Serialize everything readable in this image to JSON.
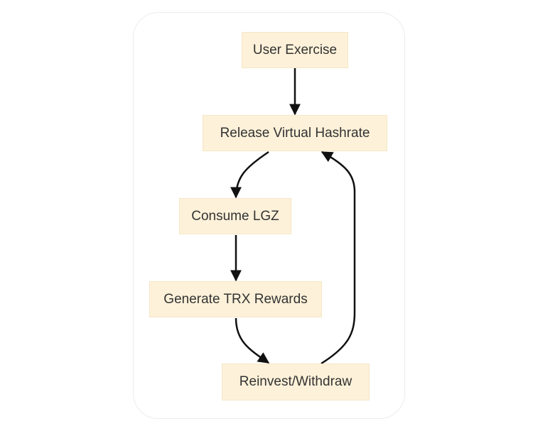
{
  "diagram": {
    "type": "flowchart",
    "node_fill": "#fdf1d9",
    "edge_color": "#111111",
    "text_color": "#333333",
    "nodes": [
      {
        "id": "user-exercise",
        "label": "User Exercise"
      },
      {
        "id": "release-hashrate",
        "label": "Release Virtual Hashrate"
      },
      {
        "id": "consume-lgz",
        "label": "Consume LGZ"
      },
      {
        "id": "generate-trx",
        "label": "Generate TRX Rewards"
      },
      {
        "id": "reinvest-withdraw",
        "label": "Reinvest/Withdraw"
      }
    ],
    "edges": [
      {
        "from": "user-exercise",
        "to": "release-hashrate"
      },
      {
        "from": "release-hashrate",
        "to": "consume-lgz"
      },
      {
        "from": "consume-lgz",
        "to": "generate-trx"
      },
      {
        "from": "generate-trx",
        "to": "reinvest-withdraw"
      },
      {
        "from": "reinvest-withdraw",
        "to": "release-hashrate"
      }
    ]
  }
}
